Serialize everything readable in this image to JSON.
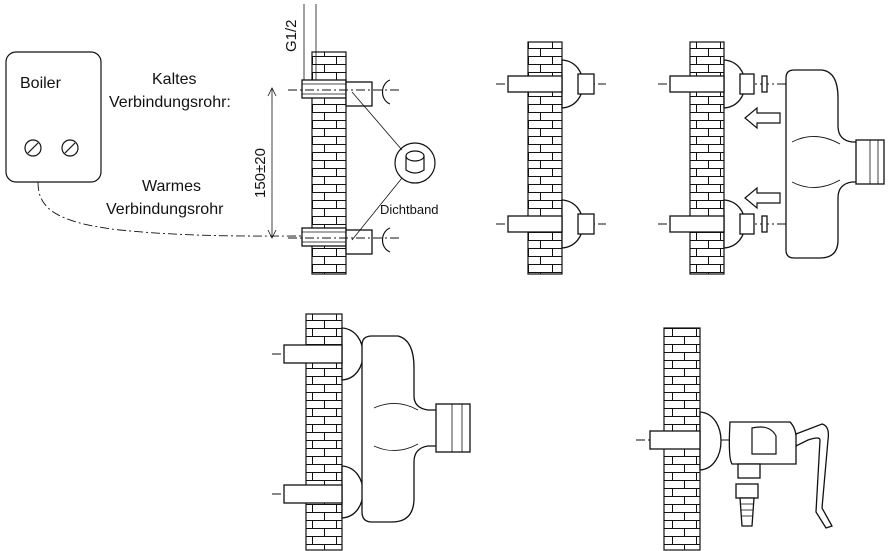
{
  "labels": {
    "boiler": "Boiler",
    "cold_pipe_line1": "Kaltes",
    "cold_pipe_line2": "Verbindungsrohr:",
    "warm_pipe_line1": "Warmes",
    "warm_pipe_line2": "Verbindungsrohr",
    "sealing_tape": "Dichtband",
    "thread": "G1/2",
    "spacing": "150±20"
  }
}
